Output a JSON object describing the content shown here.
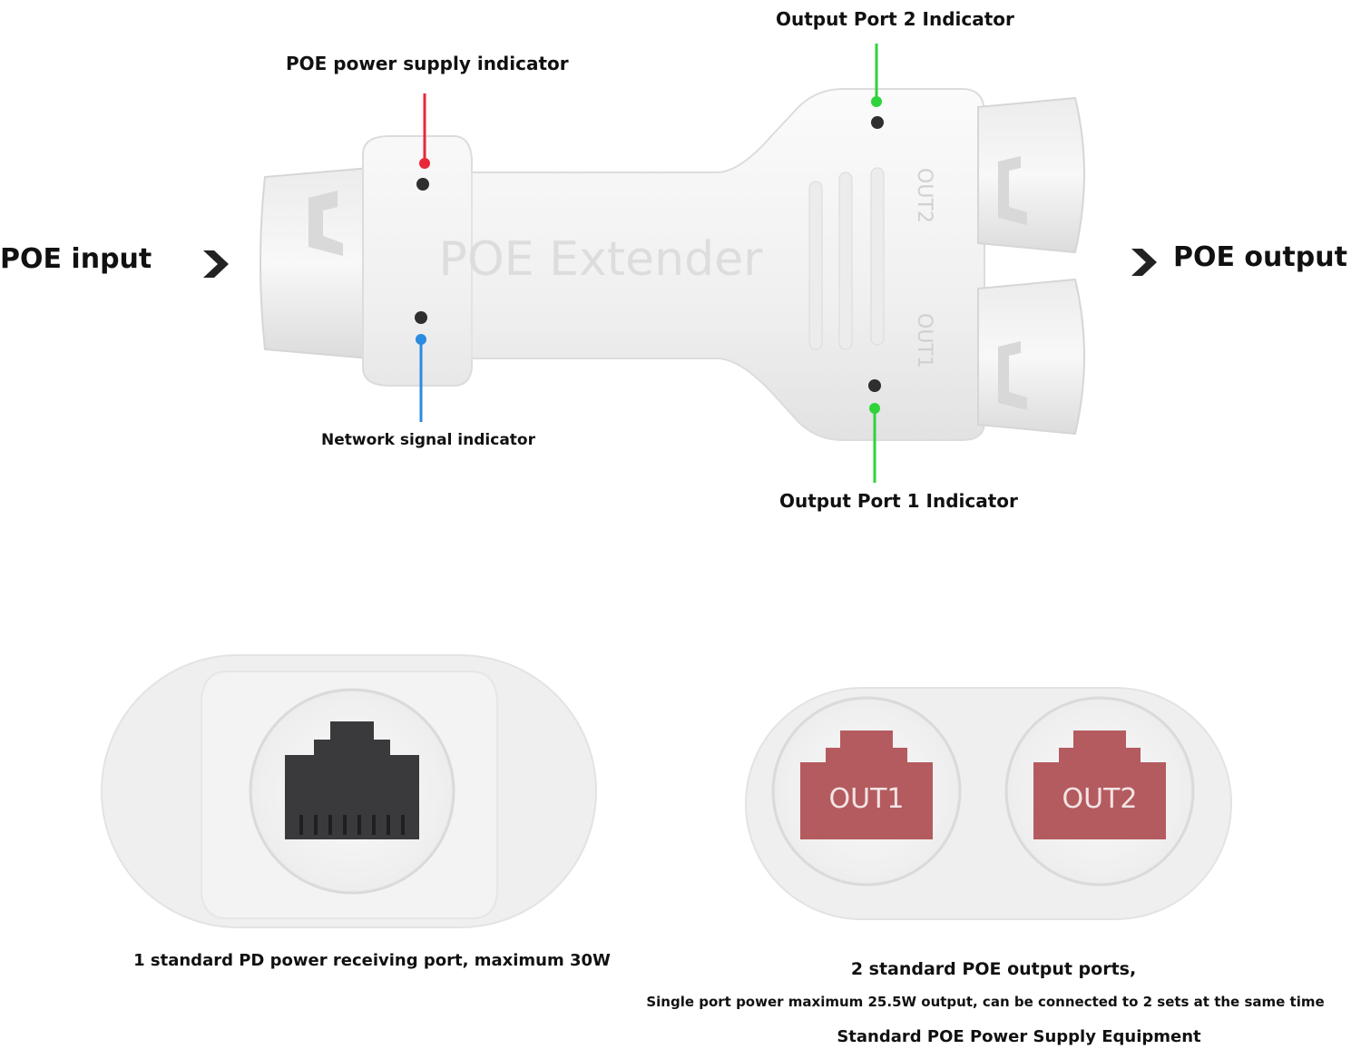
{
  "device": {
    "body_text": "POE Extender",
    "port_labels": {
      "out1": "OUT1",
      "out2": "OUT2"
    }
  },
  "labels": {
    "poe_input": "POE input",
    "poe_output": "POE output",
    "poe_power_indicator": "POE power supply indicator",
    "network_signal_indicator": "Network signal indicator",
    "output_port_2_indicator": "Output Port 2 Indicator",
    "output_port_1_indicator": "Output Port 1 Indicator"
  },
  "captions": {
    "input_port": "1 standard PD power receiving port, maximum 30W",
    "output_ports_line1": "2 standard POE output ports,",
    "output_ports_line2": "Single port power maximum 25.5W output, can be connected to 2 sets at the same time",
    "output_ports_line3": "Standard POE Power Supply Equipment"
  },
  "colors": {
    "poe_power_indicator": "#e8283a",
    "network_signal_indicator": "#2b8be0",
    "output_port_indicator": "#2fd33a",
    "output_jack": "#b45b5f",
    "input_jack": "#3a3a3c"
  }
}
